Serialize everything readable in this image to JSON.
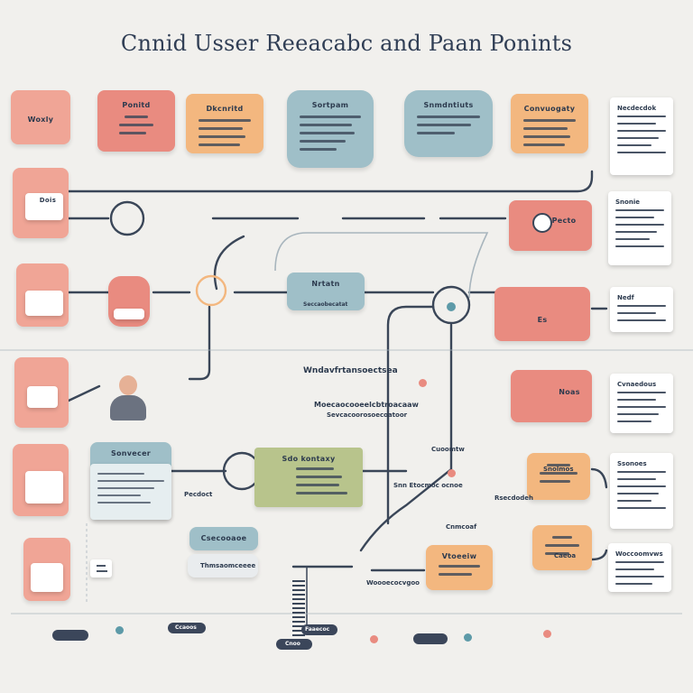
{
  "title": "Cnnid Usser Reeacabc and Paan Ponints",
  "top_nodes": [
    "Woxly",
    "Ponitd",
    "Dkcnritd",
    "Sortpam",
    "Snmdntiuts",
    "Convuogaty"
  ],
  "left_nodes": [
    "Dois"
  ],
  "right_papers": [
    "Necdecdok",
    "Snonie",
    "Nedf",
    "Cvnaedous",
    "Ssonoes",
    "Woccoomvws"
  ],
  "right_cards": [
    "Pecto",
    "Es",
    "Noas"
  ],
  "center": {
    "box_label": "Nrtatn",
    "box_sub": "Seccaobecatat",
    "heading": "Wndavfrtansoectsea",
    "desc1": "Moecaocooeelcbtroacaaw",
    "desc2": "Sevcacoorosoecoatoor",
    "green_label": "Sdo kontaxy",
    "annot_1": "Cuoomtw",
    "annot_2": "Snn Etocmoc ocnoe",
    "annot_3": "Rsecdodeh",
    "annot_4": "Pecdoct",
    "annot_5": "Cnmcoaf",
    "annot_6": "Woooecocvgoo"
  },
  "lower_nodes": {
    "bluebox": "Sonvecer",
    "bluebox2": "Csecooaoe",
    "bluebox3": "Thmsaomceeee",
    "orange1": "Vtoeeiw",
    "orange2": "Snolmos",
    "orange3": "Caeoa"
  },
  "bottom_row": {
    "label1": "Ccaoos",
    "label2": "Faaecoc",
    "label3": "Cnoo"
  },
  "colors": {
    "background": "#f1f0ed",
    "coral": "#e98b80",
    "blue": "#9fbfc8",
    "orange": "#f3b77f",
    "green": "#b8c48c",
    "ink": "#2c3a4e"
  }
}
